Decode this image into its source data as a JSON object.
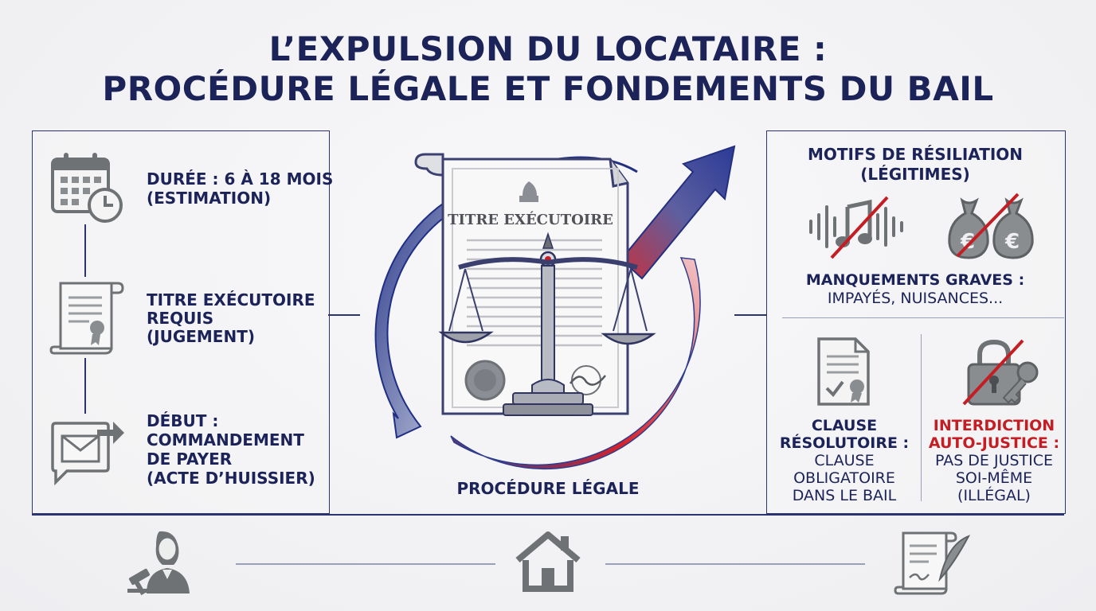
{
  "title": {
    "line1": "L’EXPULSION DU LOCATAIRE :",
    "line2": "PROCÉDURE LÉGALE ET FONDEMENTS DU BAIL"
  },
  "left_panel": {
    "items": [
      {
        "label_line1": "DURÉE : 6 À 18 MOIS",
        "label_line2": "(ESTIMATION)",
        "icon": "calendar-clock-icon"
      },
      {
        "label_line1": "TITRE EXÉCUTOIRE",
        "label_line2": "REQUIS",
        "label_line3": "(JUGEMENT)",
        "icon": "scroll-seal-icon"
      },
      {
        "label_line1": "DÉBUT :",
        "label_line2": "COMMANDEMENT",
        "label_line3": "DE PAYER",
        "label_line4": "(ACTE D’HUISSIER)",
        "icon": "envelope-arrow-icon"
      }
    ]
  },
  "center": {
    "document_title": "TITRE EXÉCUTOIRE",
    "caption": "PROCÉDURE LÉGALE",
    "icons": [
      "document-icon",
      "scales-of-justice-icon",
      "cycle-arrow-icon"
    ]
  },
  "right_panel": {
    "motifs_title_line1": "MOTIFS DE RÉSILIATION",
    "motifs_title_line2": "(LÉGITIMES)",
    "manquements_title": "MANQUEMENTS GRAVES :",
    "manquements_text": "IMPAYÉS, NUISANCES...",
    "clause_title_line1": "CLAUSE",
    "clause_title_line2": "RÉSOLUTOIRE :",
    "clause_text_line1": "CLAUSE",
    "clause_text_line2": "OBLIGATOIRE",
    "clause_text_line3": "DANS LE BAIL",
    "interdiction_title_line1": "INTERDICTION",
    "interdiction_title_line2": "AUTO-JUSTICE :",
    "interdiction_text_line1": "PAS DE JUSTICE",
    "interdiction_text_line2": "SOI-MÊME",
    "interdiction_text_line3": "(ILLÉGAL)"
  },
  "colors": {
    "navy": "#1b2358",
    "red": "#c41e24",
    "gray_icon": "#6f7275",
    "line": "#2c3470"
  },
  "bottom_icons": [
    "judge-gavel-icon",
    "house-icon",
    "contract-quill-icon"
  ]
}
